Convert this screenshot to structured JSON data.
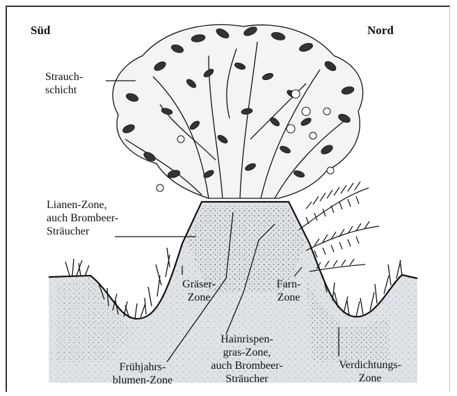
{
  "diagram": {
    "direction_left": "Süd",
    "direction_right": "Nord",
    "labels": {
      "strauchschicht": "Strauch-\nschicht",
      "lianen_zone": "Lianen-Zone,\nauch Brombeer-\nSträucher",
      "graeser_zone": "Gräser-\nZone",
      "farn_zone": "Farn-\nZone",
      "fruehjahrsblumen_zone": "Frühjahrs-\nblumen-Zone",
      "hainrispengras_zone": "Hainrispen-\ngras-Zone,\nauch Brombeer-\nSträucher",
      "verdichtungs_zone": "Verdichtungs-\nZone"
    },
    "colors": {
      "ink": "#111111",
      "soil": "#d9dde3",
      "paper": "#ffffff"
    }
  }
}
